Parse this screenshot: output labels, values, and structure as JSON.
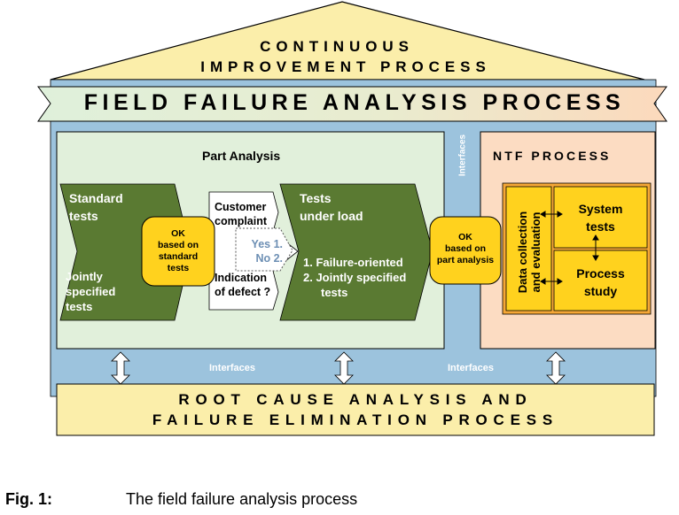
{
  "roof": {
    "line1": "CONTINUOUS",
    "line2": "IMPROVEMENT PROCESS"
  },
  "banner": {
    "title": "FIELD FAILURE ANALYSIS PROCESS"
  },
  "part_analysis": {
    "title": "Part Analysis",
    "standard_tests": {
      "title_1": "Standard",
      "title_2": "tests",
      "sub_1": "Jointly",
      "sub_2": "specified",
      "sub_3": "tests"
    },
    "ok_standard": {
      "line1": "OK",
      "line2": "based on",
      "line3": "standard",
      "line4": "tests"
    },
    "decision": {
      "line1": "Customer",
      "line2": "complaint",
      "yes": "Yes 1.",
      "no": "No 2.",
      "line3": "Indication",
      "line4": "of defect ?"
    },
    "tests_under_load": {
      "title_1": "Tests",
      "title_2": "under load",
      "item_1": "1. Failure-oriented",
      "item_2": "2. Jointly specified",
      "item_3": "tests"
    }
  },
  "ok_part": {
    "line1": "OK",
    "line2": "based on",
    "line3": "part analysis"
  },
  "interfaces_vertical": "Interfaces",
  "ntf": {
    "title": "NTF PROCESS",
    "data_collection_1": "Data collection",
    "data_collection_2": "and evaluation",
    "system_tests_1": "System",
    "system_tests_2": "tests",
    "process_study_1": "Process",
    "process_study_2": "study"
  },
  "interfaces_bottom_left": "Interfaces",
  "interfaces_bottom_right": "Interfaces",
  "foundation": {
    "line1": "ROOT CAUSE ANALYSIS AND",
    "line2": "FAILURE ELIMINATION PROCESS"
  },
  "caption": {
    "label": "Fig. 1:",
    "text": "The field failure analysis process"
  },
  "colors": {
    "roof_fill": "#fbeeaa",
    "banner_fill": "#e1efdc",
    "banner_right": "#fcdcc0",
    "blue_frame": "#9cc3dd",
    "part_bg": "#e1f0db",
    "green": "#5a7a32",
    "ntf_bg": "#fcdcc2",
    "ntf_orange": "#f6a836",
    "yellow": "#ffd21e",
    "foundation_fill": "#fbeeaa"
  }
}
